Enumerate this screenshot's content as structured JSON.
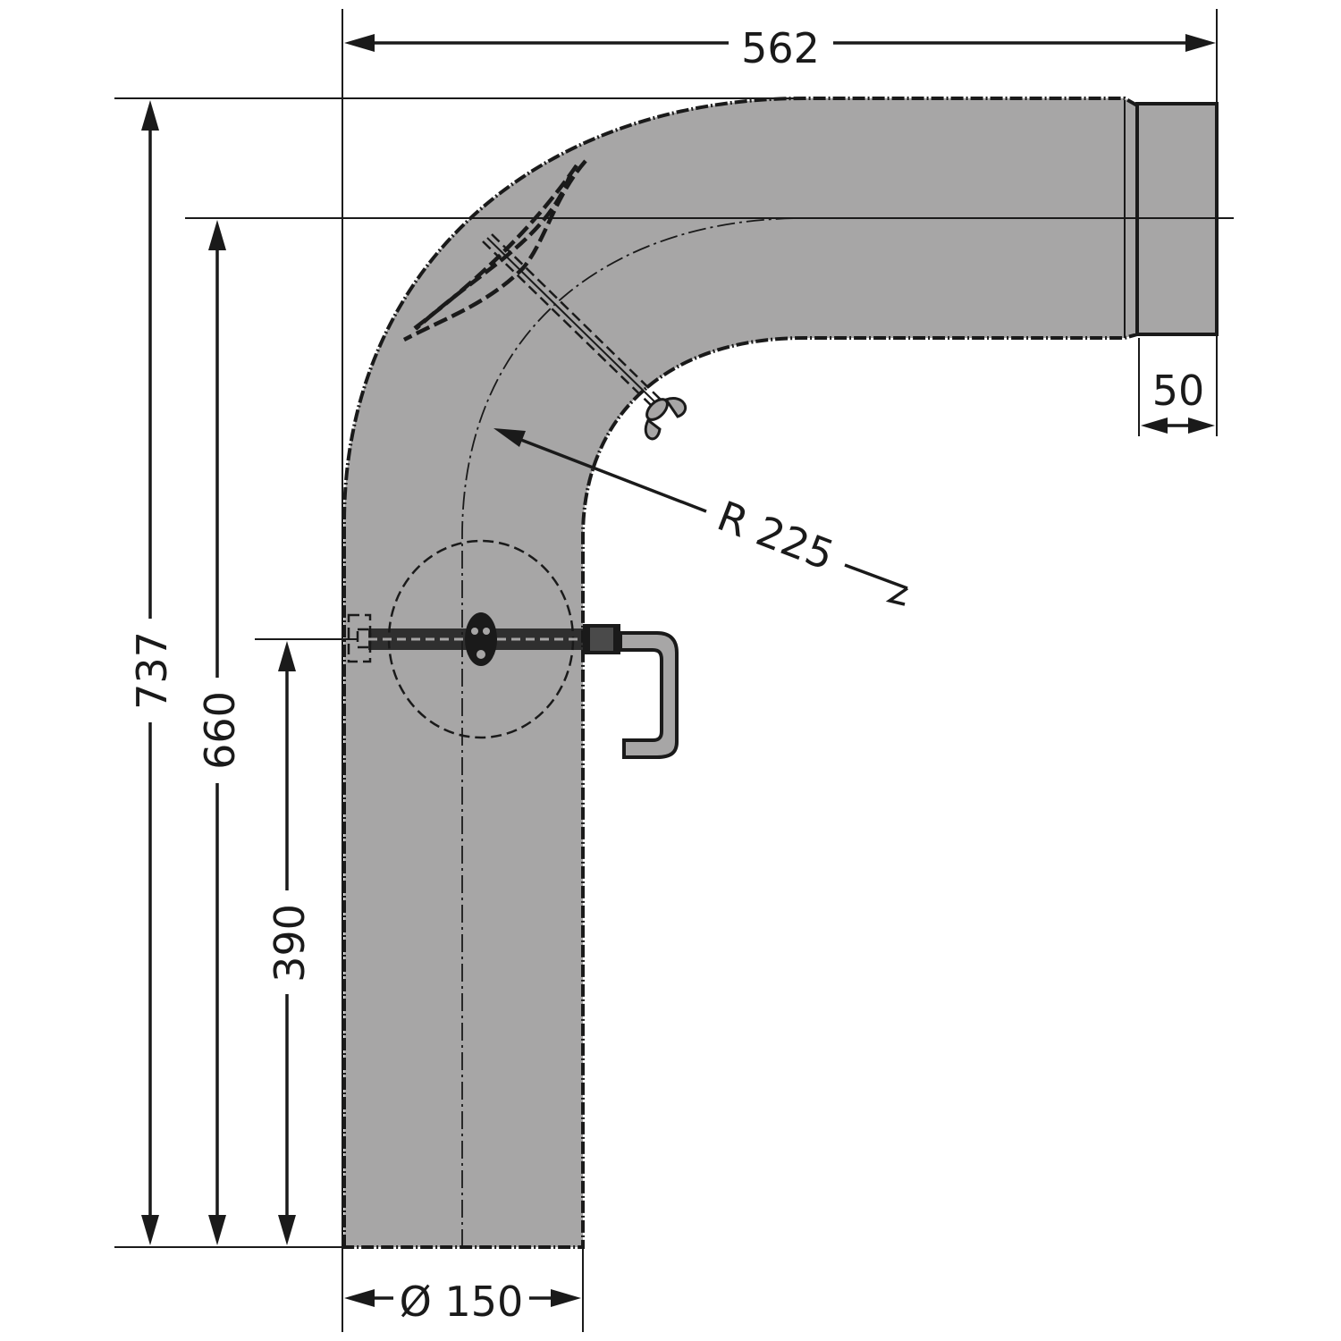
{
  "diagram": {
    "dimensions": {
      "width_top": "562",
      "height_total": "737",
      "height_centerline": "660",
      "height_damper": "390",
      "spigot_length": "50",
      "radius": "R 225",
      "diameter": "Ø 150"
    },
    "colors": {
      "pipe_fill": "#a7a6a6",
      "line": "#1a1a1a",
      "background": "#ffffff"
    }
  }
}
